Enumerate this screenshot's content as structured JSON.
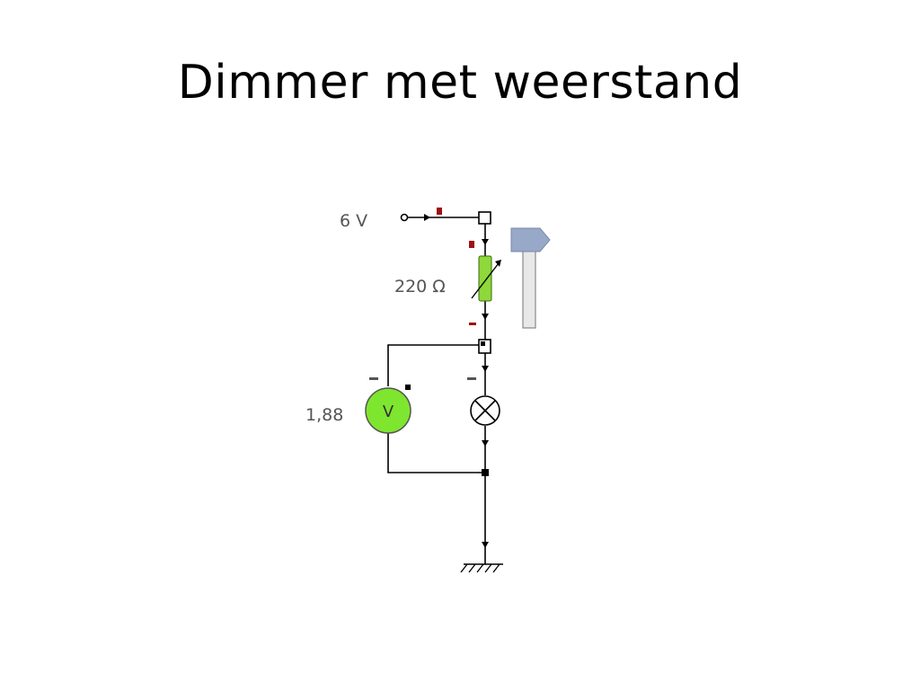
{
  "slide": {
    "title": "Dimmer met weerstand"
  },
  "circuit": {
    "source_label": "6 V",
    "resistor_label": "220 Ω",
    "meter_reading": "1,88",
    "meter_symbol": "V"
  },
  "colors": {
    "wire": "#000000",
    "component_green": "#8ed83a",
    "meter_green": "#7ee62e",
    "marker_red": "#a01010",
    "meter_outline": "#555555",
    "bar_fill": "#e8e8e8",
    "bar_head": "#98a8c8"
  },
  "icons": [
    "source-terminal-icon",
    "variable-resistor-icon",
    "voltmeter-icon",
    "lamp-icon",
    "ground-icon",
    "pointer-icon"
  ]
}
